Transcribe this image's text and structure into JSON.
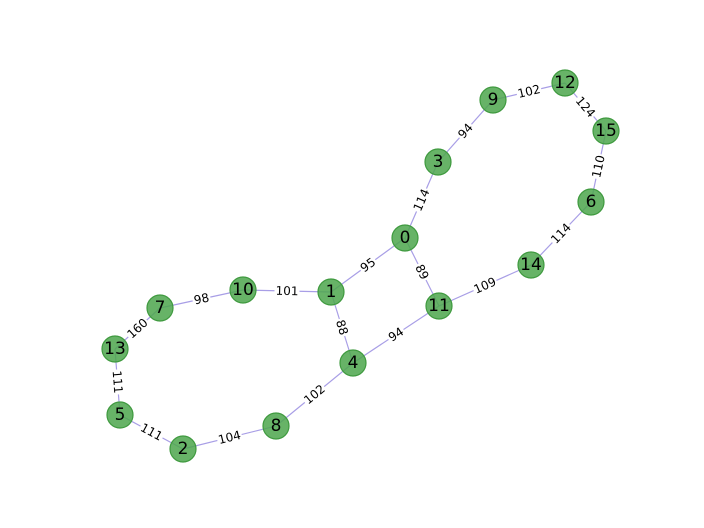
{
  "graph": {
    "colors": {
      "node_fill": "#4ca64c",
      "node_stroke": "#3f9a3f",
      "edge": "#a89ee6",
      "label": "#000000"
    },
    "nodes": [
      "0",
      "1",
      "2",
      "3",
      "4",
      "5",
      "6",
      "7",
      "8",
      "9",
      "10",
      "11",
      "12",
      "13",
      "14",
      "15"
    ],
    "edges": [
      {
        "source": "9",
        "target": "12",
        "weight": "102"
      },
      {
        "source": "12",
        "target": "15",
        "weight": "124"
      },
      {
        "source": "3",
        "target": "9",
        "weight": "94"
      },
      {
        "source": "15",
        "target": "6",
        "weight": "110"
      },
      {
        "source": "0",
        "target": "3",
        "weight": "114"
      },
      {
        "source": "6",
        "target": "14",
        "weight": "114"
      },
      {
        "source": "0",
        "target": "1",
        "weight": "95"
      },
      {
        "source": "0",
        "target": "11",
        "weight": "89"
      },
      {
        "source": "14",
        "target": "11",
        "weight": "109"
      },
      {
        "source": "7",
        "target": "10",
        "weight": "98"
      },
      {
        "source": "10",
        "target": "1",
        "weight": "101"
      },
      {
        "source": "1",
        "target": "4",
        "weight": "88"
      },
      {
        "source": "11",
        "target": "4",
        "weight": "94"
      },
      {
        "source": "7",
        "target": "13",
        "weight": "160"
      },
      {
        "source": "13",
        "target": "5",
        "weight": "111"
      },
      {
        "source": "4",
        "target": "8",
        "weight": "102"
      },
      {
        "source": "5",
        "target": "2",
        "weight": "111"
      },
      {
        "source": "2",
        "target": "8",
        "weight": "104"
      }
    ]
  }
}
